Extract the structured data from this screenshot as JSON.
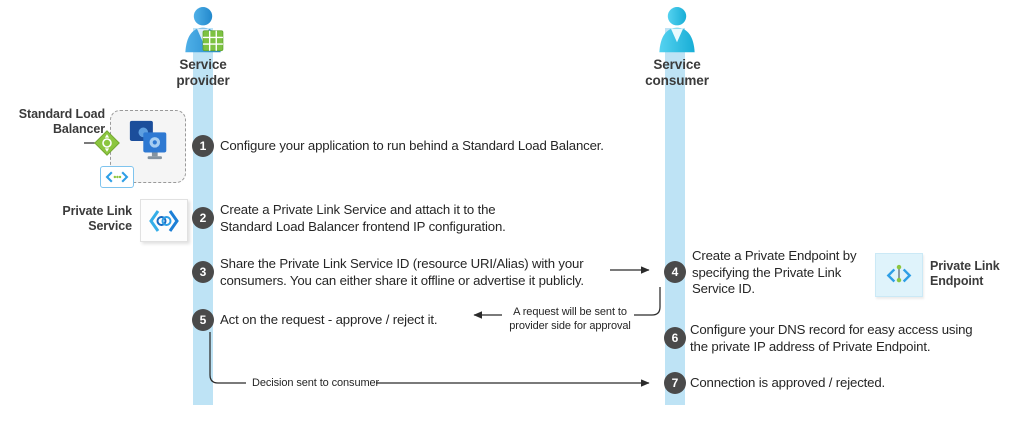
{
  "provider": {
    "label": "Service\nprovider"
  },
  "consumer": {
    "label": "Service\nconsumer"
  },
  "slb": {
    "label": "Standard Load\nBalancer"
  },
  "pls": {
    "label": "Private Link\nService"
  },
  "ple": {
    "label": "Private Link\nEndpoint"
  },
  "steps": [
    {
      "num": "1",
      "text": "Configure your application to run behind a Standard Load Balancer."
    },
    {
      "num": "2",
      "text": "Create a Private Link Service and attach it to the\nStandard Load Balancer frontend IP configuration."
    },
    {
      "num": "3",
      "text": "Share the Private Link Service ID (resource URI/Alias) with your\nconsumers. You can either share it offline or advertise it publicly."
    },
    {
      "num": "4",
      "text": "Create a Private Endpoint by\nspecifying the Private Link\nService ID."
    },
    {
      "num": "5",
      "text": "Act on the request - approve / reject it."
    },
    {
      "num": "6",
      "text": "Configure your DNS record for easy access using\nthe private IP address of Private Endpoint."
    },
    {
      "num": "7",
      "text": "Connection is approved / rejected."
    }
  ],
  "annotations": {
    "request": "A request will be sent to\nprovider side for approval",
    "decision": "Decision sent to consumer"
  },
  "icons": {
    "provider_persona": "person-with-grid-icon",
    "consumer_persona": "person-icon",
    "load_balancer": "load-balancer-diamond-icon",
    "backend_vms": "virtual-machines-icon",
    "private_link_mini": "private-link-brackets-icon",
    "private_link_service": "private-link-service-icon",
    "private_link_endpoint": "private-link-endpoint-icon"
  },
  "colors": {
    "lane": "#BEE3F5",
    "step_circle": "#4A4A4A",
    "provider_blue": "#2E9CDB",
    "consumer_cyan": "#33C4E8",
    "grid_green": "#7DC242",
    "diamond_green": "#8CC63F",
    "vm_blue_dark": "#1B4E9B",
    "vm_blue": "#2E79D2",
    "bracket_blue": "#2E9FE6",
    "text": "#262626"
  }
}
